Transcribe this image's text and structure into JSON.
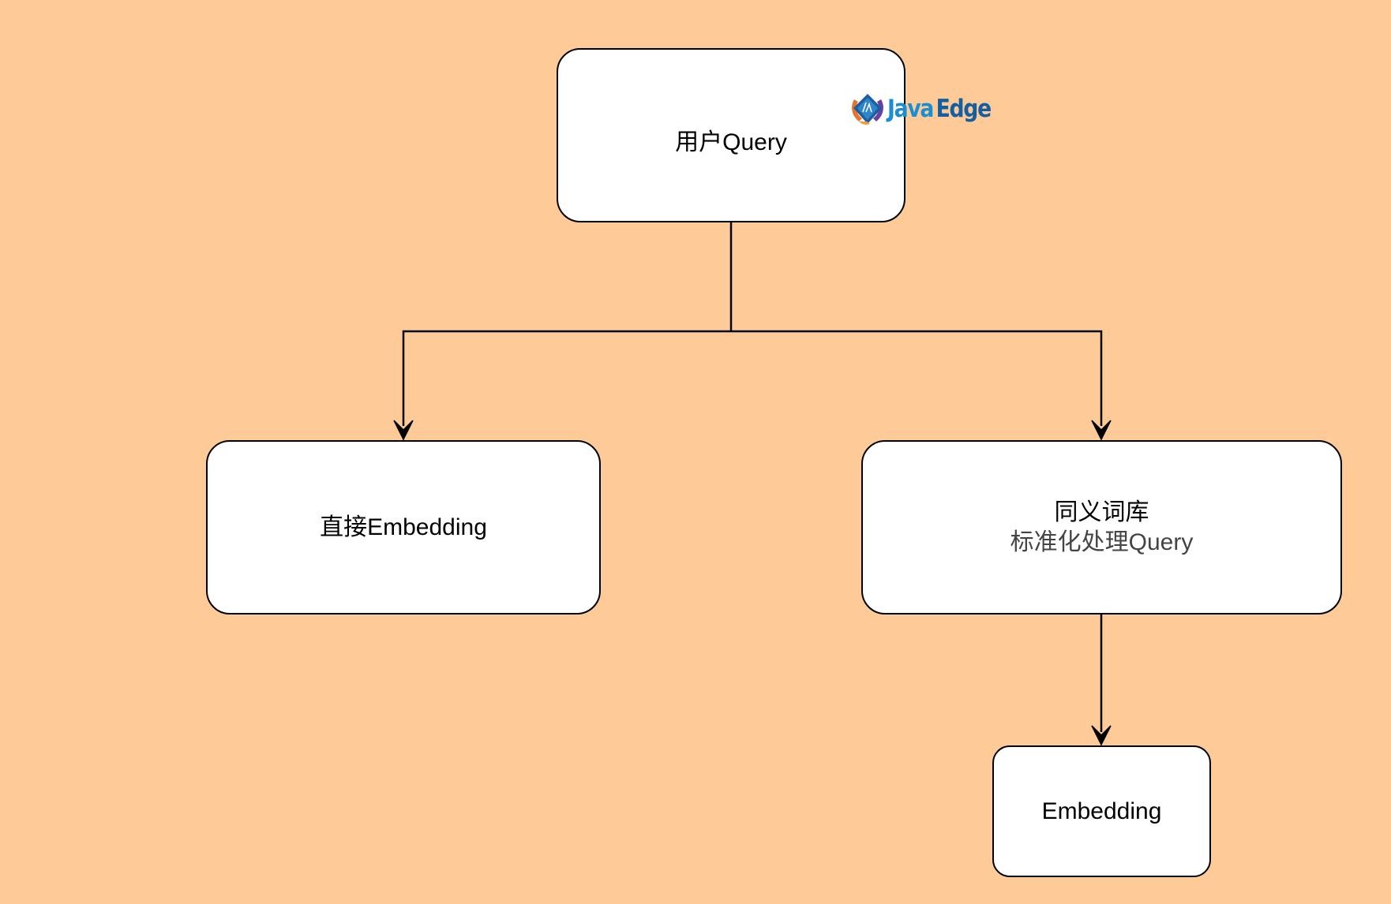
{
  "diagram": {
    "background": "#FECB98",
    "nodes": {
      "query": {
        "label": "用户Query"
      },
      "direct": {
        "label": "直接Embedding"
      },
      "synonym": {
        "line1": "同义词库",
        "line2": "标准化处理Query"
      },
      "embed": {
        "label": "Embedding"
      }
    },
    "edges": [
      {
        "from": "query",
        "to": "direct",
        "arrow": "classic"
      },
      {
        "from": "query",
        "to": "synonym",
        "arrow": "classic"
      },
      {
        "from": "synonym",
        "to": "embed",
        "arrow": "classic"
      }
    ],
    "watermark": {
      "icon": "javaedge-logo-icon",
      "text_part1": "Java",
      "text_part2": "Edge",
      "colors": {
        "part1": "#1B8ED2",
        "part2": "#155FA0"
      }
    }
  }
}
